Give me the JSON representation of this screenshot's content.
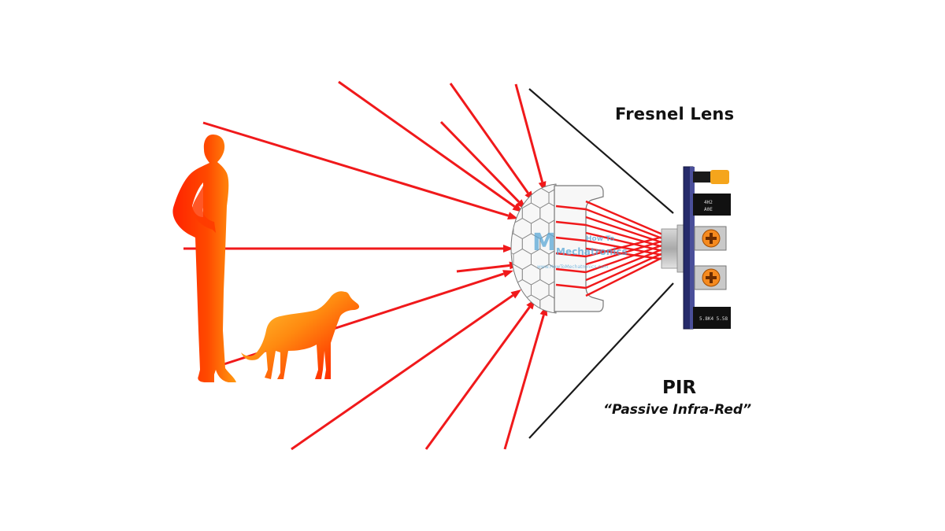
{
  "labels": {
    "fresnel_lens": "Fresnel Lens",
    "pir": "PIR",
    "pir_subtitle": "“Passive Infra-Red”"
  },
  "board": {
    "chip_1_text": [
      "4H2",
      "A0E"
    ],
    "chip_2_text": "5.8K4 5.58"
  },
  "watermark": {
    "line1": "How To",
    "line2": "Mechatronics",
    "url": "www.HowToMechatronics.com"
  },
  "colors": {
    "ray": "#f0191b",
    "guide": "#1a1a1a",
    "body_warm": "#ff2a00",
    "body_mid": "#ff7a00",
    "body_cool": "#ffd23a",
    "lens": "#f7f7f7",
    "sensor_metal": "#bdbdbd",
    "board": "#262b6b",
    "watermark": "#5aa7d6"
  },
  "icons": {
    "person": "person-silhouette-icon",
    "dog": "dog-silhouette-icon",
    "lens": "fresnel-lens-dome",
    "sensor": "pir-sensor",
    "board": "circuit-board",
    "potentiometer": "potentiometer-icon"
  }
}
